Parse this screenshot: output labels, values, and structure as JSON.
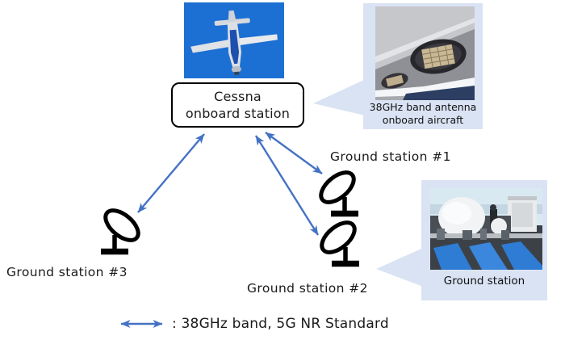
{
  "cessna": {
    "line1": "Cessna",
    "line2": "onboard station"
  },
  "stations": [
    {
      "label": "Ground station #1"
    },
    {
      "label": "Ground station #2"
    },
    {
      "label": "Ground station #3"
    }
  ],
  "callout_top": {
    "line1": "38GHz band antenna",
    "line2": "onboard aircraft"
  },
  "callout_bottom": {
    "caption": "Ground station"
  },
  "legend": {
    "label": ": 38GHz band, 5G NR Standard"
  },
  "colors": {
    "arrow_blue": "#4472C4",
    "panel_blue": "#DAE3F3",
    "sky_blue": "#1C70D3",
    "dish_black": "#000000"
  }
}
